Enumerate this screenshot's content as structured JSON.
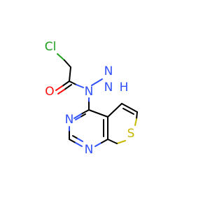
{
  "molecule": {
    "colors": {
      "carbon_bond": "#000000",
      "oxygen": "#ff0d0d",
      "nitrogen": "#3050f8",
      "sulfur": "#c6b800",
      "chlorine": "#1fa01f"
    },
    "atoms": {
      "cl": "Cl",
      "o": "O",
      "n_amide": "N",
      "n_hydrazine": "N",
      "h2": "H",
      "n3": "N",
      "n1": "N",
      "s": "S"
    }
  }
}
